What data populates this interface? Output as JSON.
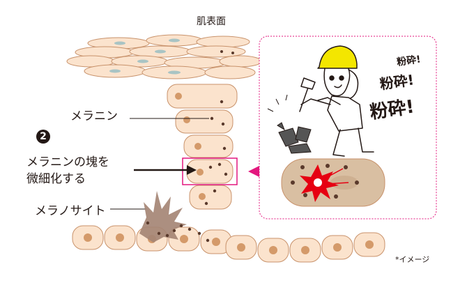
{
  "labels": {
    "skin_surface": "肌表面",
    "melanin": "メラニン",
    "step_number": "2",
    "melanin_clump_line1": "メラニンの塊を",
    "melanin_clump_line2": "微細化する",
    "melanocyte": "メラノサイト",
    "note": "*イメージ"
  },
  "illustration": {
    "sound_effect_1": "粉砕!",
    "sound_effect_2": "粉砕!",
    "sound_effect_3": "粉砕!"
  },
  "colors": {
    "cell_fill": "#fbe3cd",
    "cell_stroke": "#c8926b",
    "nucleus": "#d49a6a",
    "flat_nucleus": "#a9c4c4",
    "melanin": "#5a3a2c",
    "melanocyte": "#a58675",
    "highlight": "#e3177e",
    "helmet": "#f3e600",
    "burst": "#e60012"
  }
}
